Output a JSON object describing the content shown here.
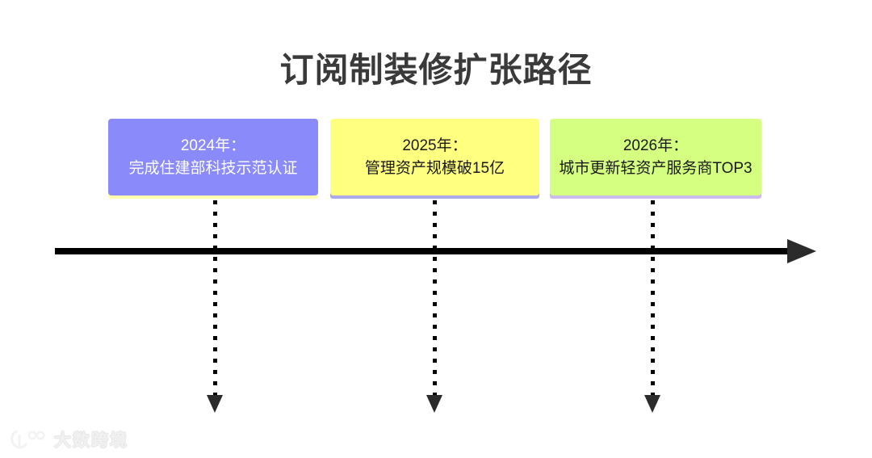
{
  "diagram": {
    "type": "timeline",
    "title": "订阅制装修扩张路径",
    "title_color": "#3a3a3a",
    "background_color": "#ffffff",
    "axis": {
      "color": "#000000",
      "arrow_color": "#2b2b2b",
      "direction": "left-to-right"
    },
    "milestones": [
      {
        "year_label": "2024年：",
        "description": "完成住建部科技示范认证",
        "card_color": "#8a8afa",
        "text_color": "#ffffff",
        "strip_color": "#ffffb0",
        "connector_color": "#000000"
      },
      {
        "year_label": "2025年：",
        "description": "管理资产规模破15亿",
        "card_color": "#ffff80",
        "text_color": "#1a1a1a",
        "strip_color": "#aaaaea",
        "connector_color": "#000000"
      },
      {
        "year_label": "2026年：",
        "description": "城市更新轻资产服务商TOP3",
        "card_color": "#d4ff80",
        "text_color": "#1a1a1a",
        "strip_color": "#ccbbee",
        "connector_color": "#000000"
      }
    ]
  },
  "watermark": {
    "text": "大数跨境",
    "icon": "brand-logo-icon",
    "color": "#f0f0f0"
  }
}
